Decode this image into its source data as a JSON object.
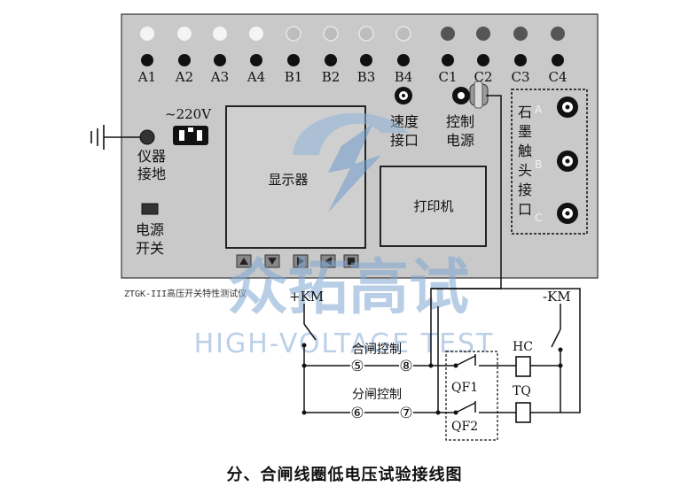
{
  "panel": {
    "channels_top": [
      "A1",
      "A2",
      "A3",
      "A4",
      "B1",
      "B2",
      "B3",
      "B4",
      "C1",
      "C2",
      "C3",
      "C4"
    ],
    "voltage_label": "~220V",
    "ground_label_1": "仪器",
    "ground_label_2": "接地",
    "power_label_1": "电源",
    "power_label_2": "开关",
    "display_label": "显示器",
    "printer_label": "打印机",
    "speed_label_1": "速度",
    "speed_label_2": "接口",
    "control_power_1": "控制",
    "control_power_2": "电源",
    "graphite_chars": [
      "石",
      "墨",
      "触",
      "头",
      "接",
      "口"
    ],
    "graphite_phases": [
      "A",
      "B",
      "C"
    ],
    "model_label": "ZTGK-III高压开关特性测试仪"
  },
  "watermark": {
    "brand": "众拓高试",
    "brand_en": "HIGH-VOLTAGE TEST"
  },
  "circuit": {
    "km_left": "+KM",
    "km_right": "-KM",
    "close_control": "合闸控制",
    "open_control": "分闸控制",
    "terminal_5": "⑤",
    "terminal_8": "⑧",
    "terminal_6": "⑥",
    "terminal_7": "⑦",
    "qf1": "QF1",
    "qf2": "QF2",
    "hc": "HC",
    "tq": "TQ"
  },
  "caption": "分、合闸线圈低电压试验接线图"
}
